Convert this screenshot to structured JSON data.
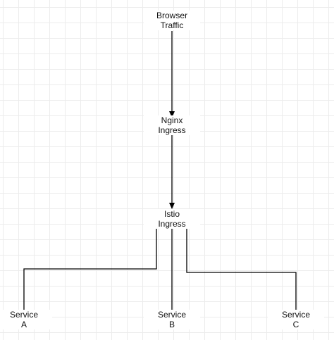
{
  "nodes": {
    "browser": {
      "line1": "Browser",
      "line2": "Traffic"
    },
    "nginx": {
      "line1": "Nginx",
      "line2": "Ingress"
    },
    "istio": {
      "line1": "Istio",
      "line2": "Ingress"
    },
    "service_a": {
      "line1": "Service",
      "line2": "A"
    },
    "service_b": {
      "line1": "Service",
      "line2": "B"
    },
    "service_c": {
      "line1": "Service",
      "line2": "C"
    }
  },
  "edges": [
    {
      "from": "browser",
      "to": "nginx"
    },
    {
      "from": "nginx",
      "to": "istio"
    },
    {
      "from": "istio",
      "to": "service_a"
    },
    {
      "from": "istio",
      "to": "service_b"
    },
    {
      "from": "istio",
      "to": "service_c"
    }
  ],
  "colors": {
    "edge": "#000000",
    "grid": "#ececec",
    "text": "#111111"
  }
}
